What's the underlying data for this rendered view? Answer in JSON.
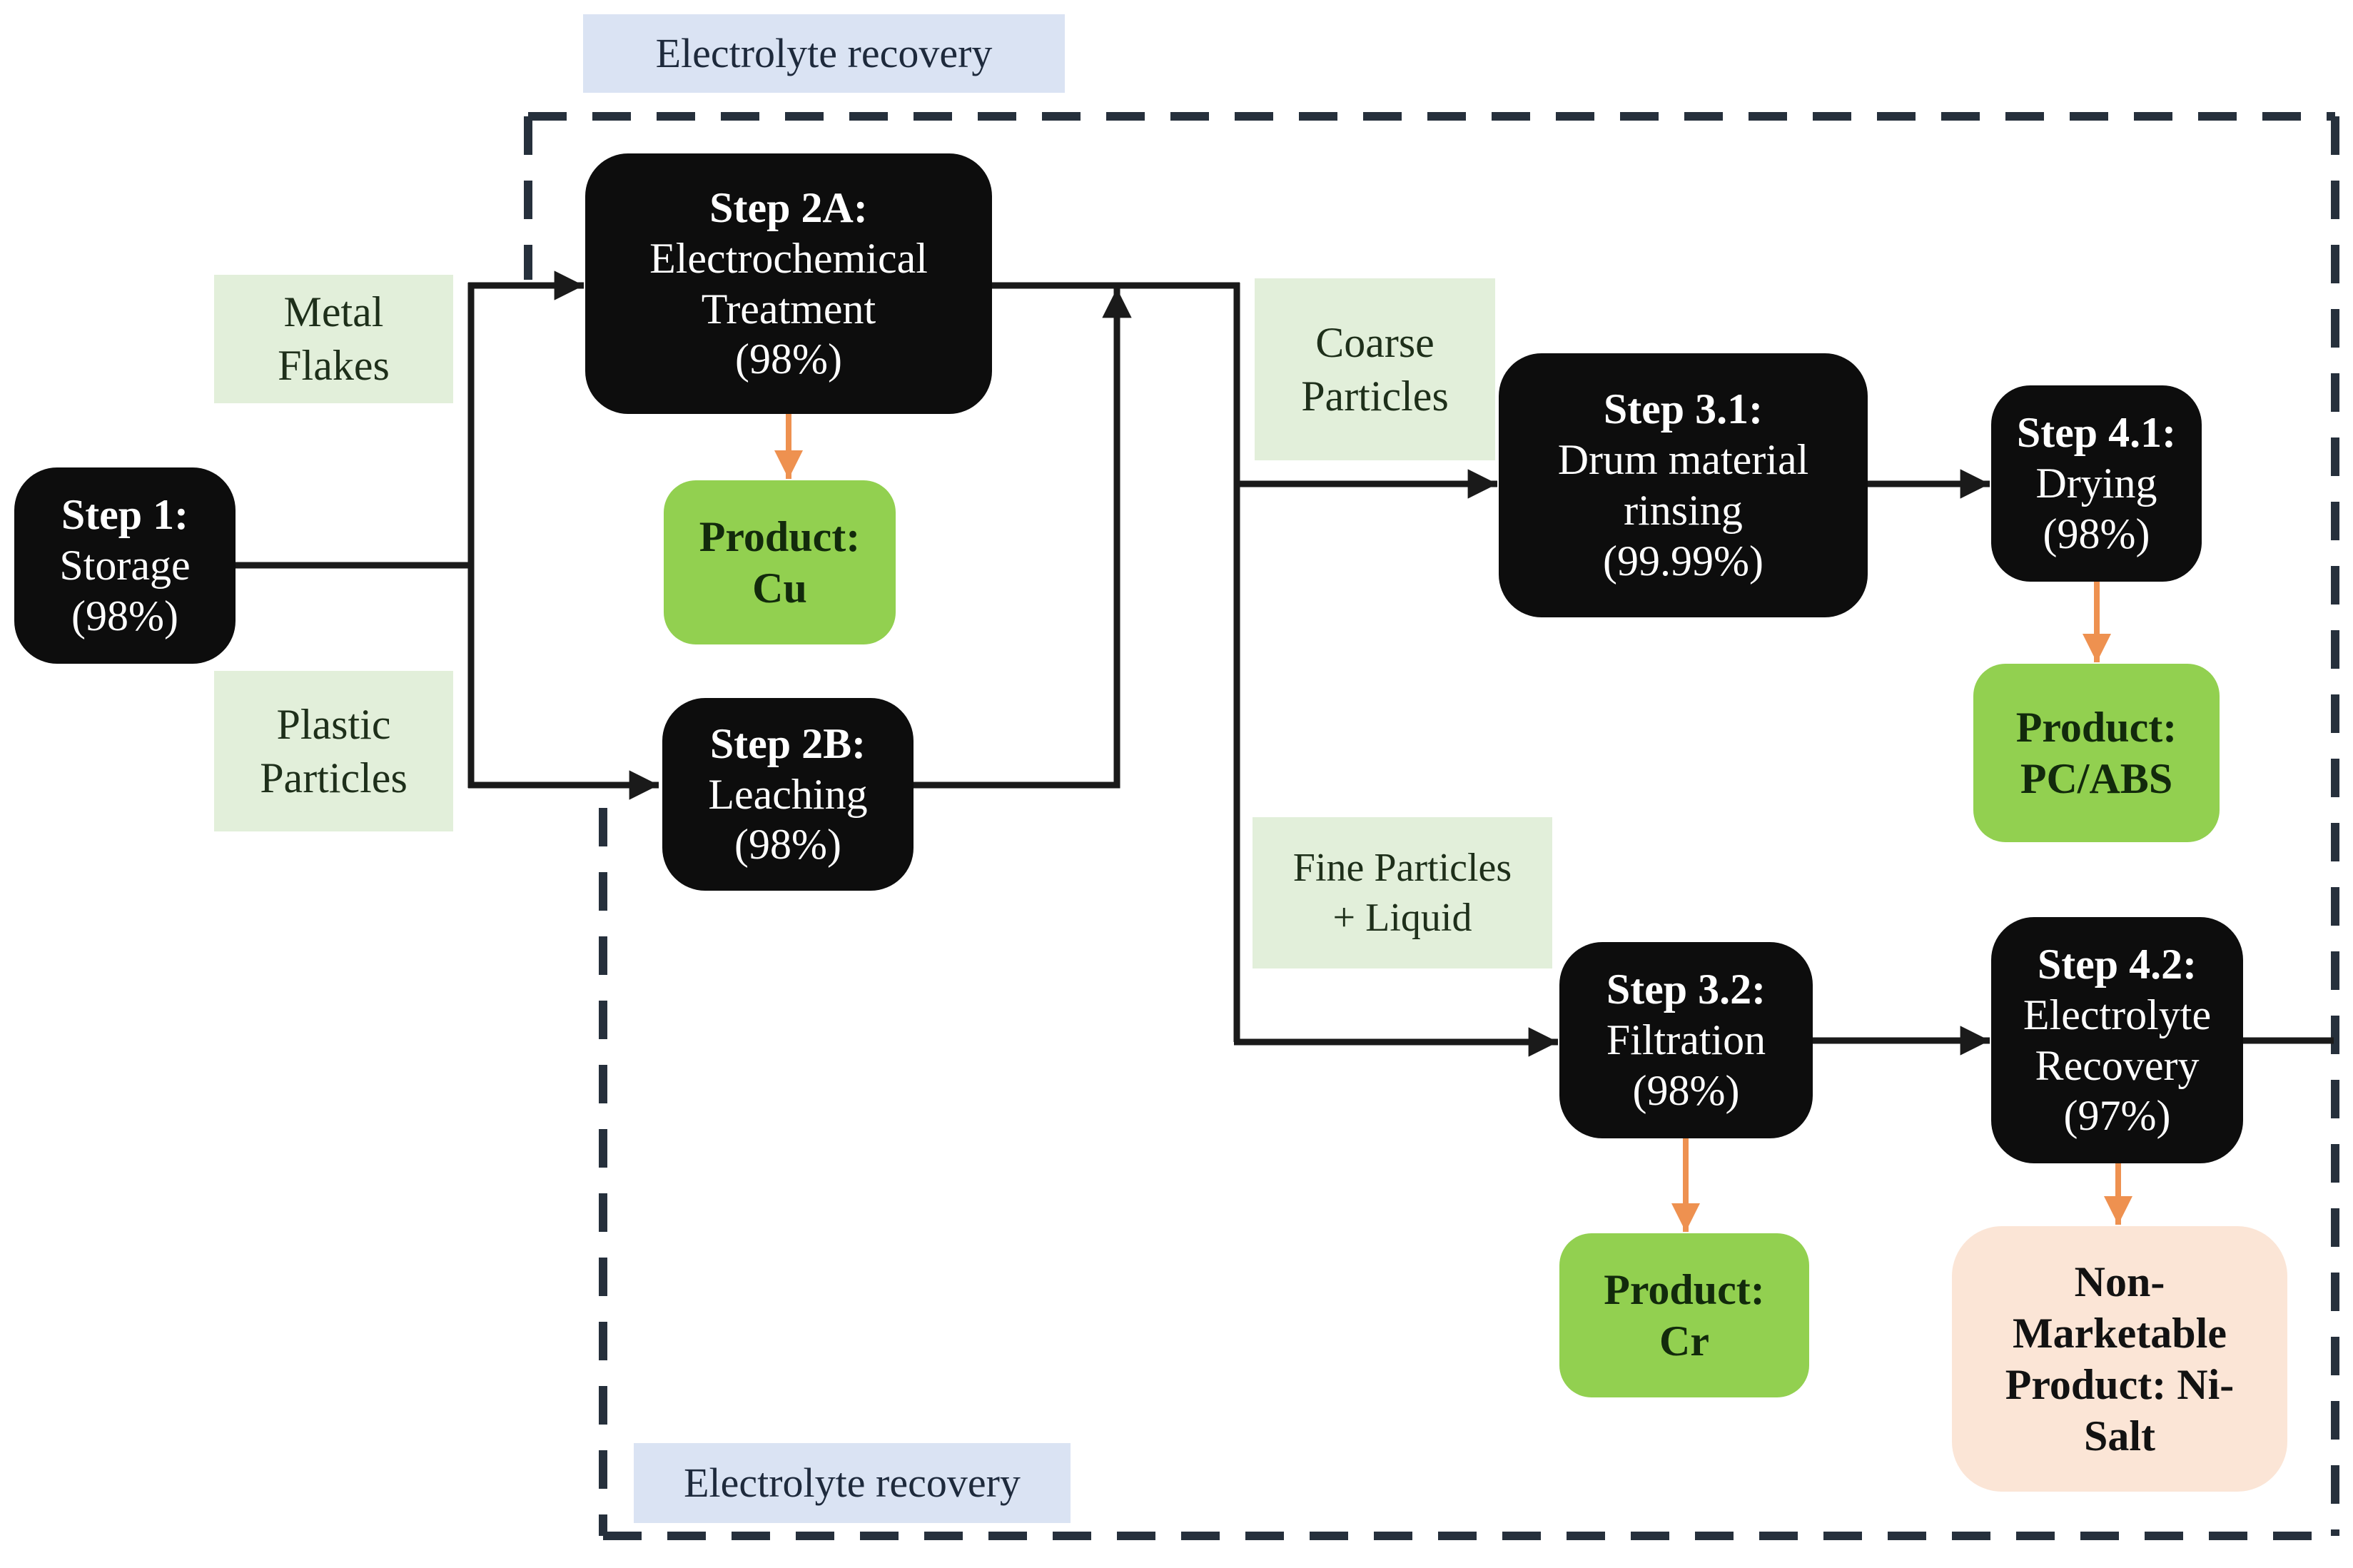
{
  "region": {
    "top_label": "Electrolyte recovery",
    "bottom_label": "Electrolyte recovery"
  },
  "nodes": {
    "step1": {
      "title": "Step 1:",
      "line1": "Storage",
      "line2": "(98%)"
    },
    "step2A": {
      "title": "Step 2A:",
      "line1": "Electrochemical",
      "line2": "Treatment",
      "line3": "(98%)"
    },
    "step2B": {
      "title": "Step 2B:",
      "line1": "Leaching",
      "line2": "(98%)"
    },
    "step31": {
      "title": "Step 3.1:",
      "line1": "Drum material",
      "line2": "rinsing",
      "line3": "(99.99%)"
    },
    "step41": {
      "title": "Step 4.1:",
      "line1": "Drying",
      "line2": "(98%)"
    },
    "step32": {
      "title": "Step 3.2:",
      "line1": "Filtration",
      "line2": "(98%)"
    },
    "step42": {
      "title": "Step 4.2:",
      "line1": "Electrolyte",
      "line2": "Recovery",
      "line3": "(97%)"
    },
    "productCu": {
      "title": "Product:",
      "line1": "Cu"
    },
    "productPcabs": {
      "title": "Product:",
      "line1": "PC/ABS"
    },
    "productCr": {
      "title": "Product:",
      "line1": "Cr"
    },
    "niSalt": {
      "line1": "Non-",
      "line2": "Marketable",
      "line3": "Product: Ni-",
      "line4": "Salt"
    },
    "metalFlakes": {
      "line1": "Metal",
      "line2": "Flakes"
    },
    "plasticParticles": {
      "line1": "Plastic",
      "line2": "Particles"
    },
    "coarseParticles": {
      "line1": "Coarse",
      "line2": "Particles"
    },
    "fineParticles": {
      "line1": "Fine Particles",
      "line2": "+ Liquid"
    }
  },
  "colors": {
    "black-box": "#0d0d0d",
    "box-text": "#ffffff",
    "light-green": "#e2efda",
    "label-text": "#1e2f1a",
    "product-green": "#92d050",
    "product-text": "#122a0c",
    "peach": "#fbe5d6",
    "peach-text": "#121212",
    "blue-label": "#dae3f3",
    "blue-text": "#1e2a3c",
    "line": "#1a1a1a",
    "dash": "#26303c",
    "orange": "#ee9150",
    "page-bg": "#ffffff"
  }
}
